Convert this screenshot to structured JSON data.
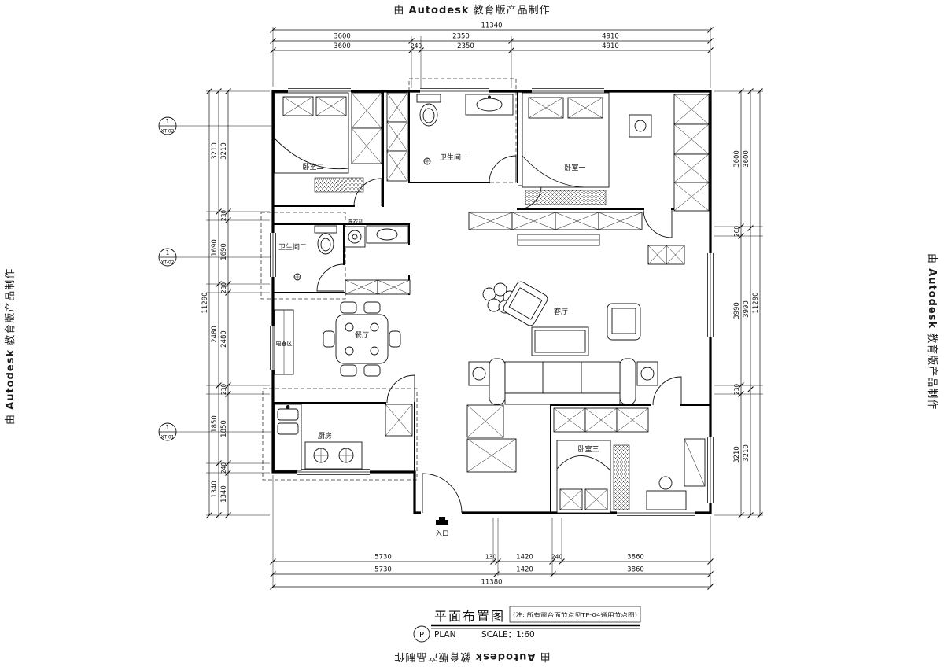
{
  "watermark": {
    "prefix": "由",
    "brand": "Autodesk",
    "suffix": "教育版产品制作"
  },
  "plan": {
    "rooms": {
      "bedroom2": "卧室二",
      "bathroom1": "卫生间一",
      "bedroom1": "卧室一",
      "bathroom2": "卫生间二",
      "washing_machine": "洗衣机",
      "dining": "餐厅",
      "appliance_zone": "电器区",
      "living": "客厅",
      "kitchen": "厨房",
      "bedroom3": "卧室三",
      "entrance": "入口"
    }
  },
  "dimensions": {
    "top": {
      "overall": "11340",
      "grouped": [
        "3600",
        "2350",
        "4910"
      ],
      "detailed": [
        "3600",
        "240",
        "2350",
        "4910"
      ]
    },
    "bottom": {
      "detailed": [
        "5730",
        "130",
        "1420",
        "240",
        "3860"
      ],
      "grouped": [
        "5730",
        "1420",
        "3860"
      ],
      "overall": "11380"
    },
    "left": {
      "overall": "11290",
      "grouped": [
        "3210",
        "1690",
        "2480",
        "1850",
        "1340"
      ],
      "detailed": [
        "3210",
        "230",
        "1690",
        "230",
        "2480",
        "230",
        "1850",
        "240",
        "1340"
      ]
    },
    "right": {
      "overall": "11290",
      "grouped": [
        "3600",
        "3990",
        "3210"
      ],
      "detailed": [
        "3600",
        "260",
        "3990",
        "230",
        "3210"
      ]
    }
  },
  "markers": {
    "items": [
      {
        "number": "1",
        "code": "XT-02"
      },
      {
        "number": "1",
        "code": "XT-02"
      },
      {
        "number": "1",
        "code": "XT-01"
      }
    ]
  },
  "titleblock": {
    "title": "平面布置图",
    "note": "(注: 所有窗台面节点见TP-04通用节点图)",
    "symbol": "P",
    "plan": "PLAN",
    "scale": "SCALE：1:60"
  }
}
